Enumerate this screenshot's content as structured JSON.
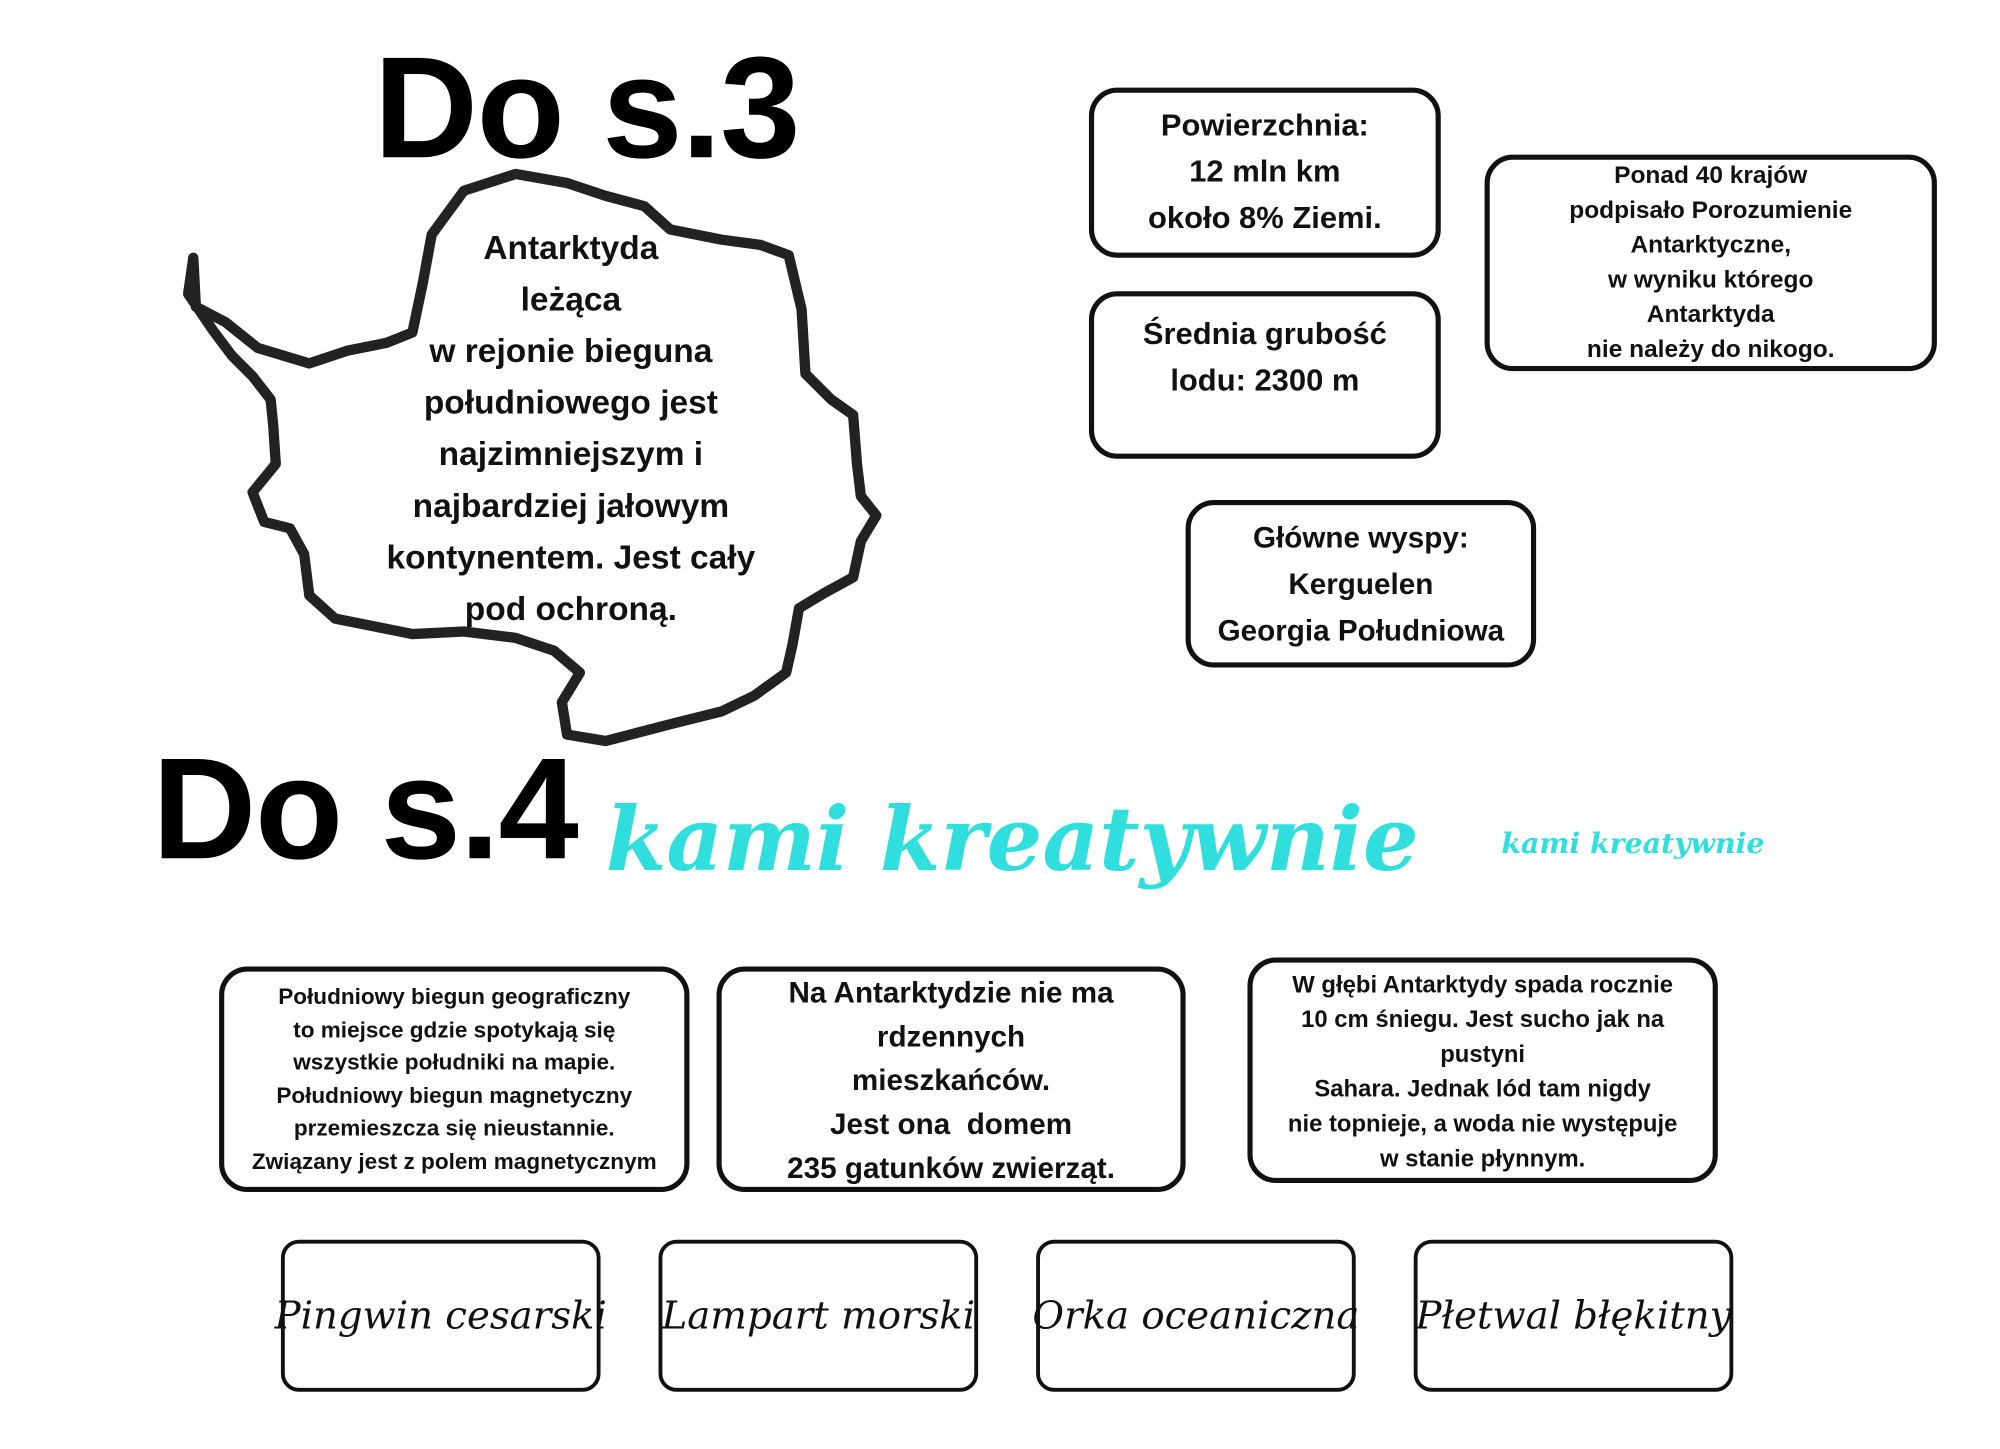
{
  "titles": {
    "s3": "Do s.3",
    "s4": "Do s.4"
  },
  "antarctica_text": "Antarktyda\nleżąca\nw rejonie bieguna\npołudniowego jest\nnajzimniejszym i\nnajbardziej jałowym\nkontynentem. Jest cały\npod ochroną.",
  "boxes": {
    "area": "Powierzchnia:\n12 mln km\nokoło 8% Ziemi.",
    "treaty": "Ponad 40 krajów\npodpisało Porozumienie\nAntarktyczne,\nw wyniku którego\nAntarktyda\nnie należy do nikogo.",
    "ice": "Średnia grubość\nlodu: 2300 m",
    "islands": "Główne wyspy:\nKerguelen\nGeorgia Południowa",
    "pole": "Południowy biegun geograficzny\nto miejsce gdzie spotykają się\nwszystkie południki na mapie.\nPołudniowy biegun magnetyczny\nprzemieszcza się nieustannie.\nZwiązany jest z polem magnetycznym",
    "inhabitants": "Na Antarktydzie nie ma\nrdzennych\nmieszkańców.\nJest ona  domem\n235 gatunków zwierząt.",
    "snow": "W głębi Antarktydy spada rocznie\n10 cm śniegu. Jest sucho jak na\npustyni\nSahara. Jednak lód tam nigdy\nnie topnieje, a woda nie występuje\nw stanie płynnym."
  },
  "animals": [
    "Pingwin cesarski",
    "Lampart morski",
    "Orka oceaniczna",
    "Płetwal błękitny"
  ],
  "watermark": "kami kreatywnie",
  "colors": {
    "watermark": "#30dede"
  }
}
